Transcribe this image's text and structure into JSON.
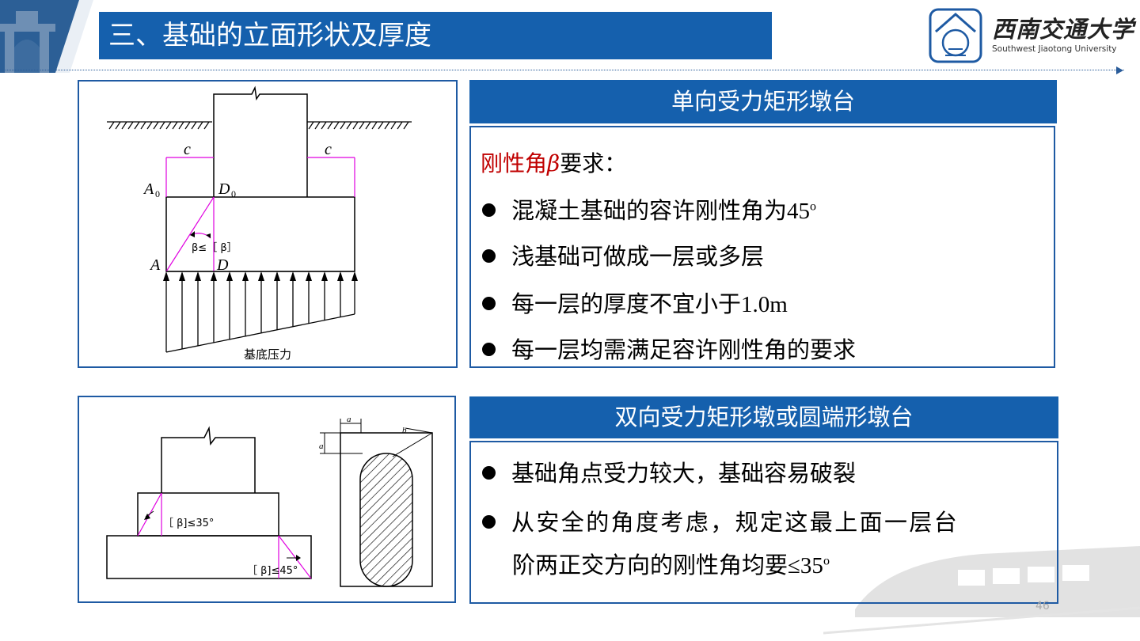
{
  "header": {
    "title": "三、基础的立面形状及厚度",
    "university_cn": "西南交通大学",
    "university_en": "Southwest Jiaotong University"
  },
  "figure1": {
    "labels": {
      "c": "c",
      "a0": "A",
      "a0_sub": "0",
      "d0": "D",
      "d0_sub": "0",
      "a": "A",
      "d": "D",
      "angle": "β≤［ β］",
      "pressure": "基底压力"
    }
  },
  "figure2": {
    "labels": {
      "angle_top": "［ β]≤35°",
      "angle_bottom": "［ β]≤45°",
      "a": "a",
      "b": "b"
    }
  },
  "section1": {
    "header": "单向受力矩形墩台",
    "requirement_red": "刚性角",
    "requirement_beta": "β",
    "requirement_rest": "要求：",
    "bullets": [
      {
        "text": "混凝土基础的容许刚性角为",
        "value": "45",
        "sup": "o"
      },
      {
        "text": "浅基础可做成一层或多层"
      },
      {
        "text": "每一层的厚度不宜小于",
        "value": "1.0m"
      },
      {
        "text": "每一层均需满足容许刚性角的要求"
      }
    ]
  },
  "section2": {
    "header": "双向受力矩形墩或圆端形墩台",
    "bullets": [
      {
        "text": "基础角点受力较大，基础容易破裂"
      },
      {
        "text": "从安全的角度考虑，规定这最上面一层台"
      },
      {
        "text": "阶两正交方向的刚性角均要",
        "value": "≤35",
        "sup": "o"
      }
    ]
  },
  "footer": {
    "page": "46"
  },
  "colors": {
    "primary": "#1560ad",
    "red": "#c00000",
    "magenta": "#e000e0"
  }
}
